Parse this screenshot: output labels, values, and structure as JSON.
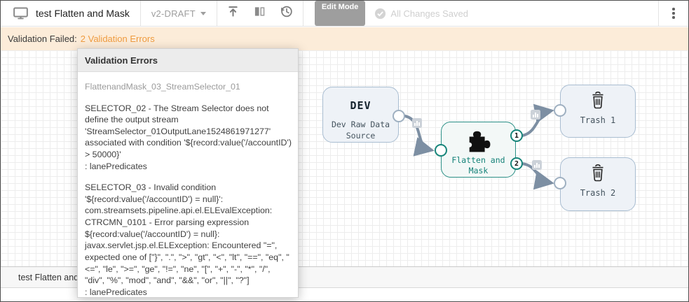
{
  "toolbar": {
    "pipeline_title": "test Flatten and Mask",
    "version_label": "v2-DRAFT",
    "edit_mode_badge": "Edit Mode",
    "save_status": "All Changes Saved",
    "icons": [
      "monitor-icon",
      "caret-down-icon",
      "publish-icon",
      "compare-icon",
      "history-icon",
      "check-circle-icon",
      "kebab-menu-icon"
    ]
  },
  "validation_bar": {
    "label": "Validation Failed:",
    "link_text": "2 Validation Errors"
  },
  "popup": {
    "title": "Validation Errors",
    "stage_name": "FlattenandMask_03_StreamSelector_01",
    "errors": [
      "SELECTOR_02 - The Stream Selector does not define the output stream 'StreamSelector_01OutputLane1524861971277' associated with condition '${record:value('/accountID') > 50000}'\n: lanePredicates",
      "SELECTOR_03 - Invalid condition '${record:value('/accountID') = null}': com.streamsets.pipeline.api.el.ELEvalException: CTRCMN_0101 - Error parsing expression ${record:value('/accountID') = null}: javax.servlet.jsp.el.ELException: Encountered \"=\", expected one of [\"}\", \".\", \">\", \"gt\", \"<\", \"lt\", \"==\", \"eq\", \"<=\", \"le\", \">=\", \"ge\", \"!=\", \"ne\", \"[\", \"+\", \"-\", \"*\", \"/\", \"div\", \"%\", \"mod\", \"and\", \"&&\", \"or\", \"||\", \"?\"]\n: lanePredicates"
    ]
  },
  "canvas": {
    "dev_node": {
      "title": "DEV",
      "subtitle": "Dev Raw Data Source",
      "icon": "origin-stage"
    },
    "processor_node": {
      "label": "Flatten and Mask",
      "icon": "puzzle-icon",
      "output_ports": [
        "1",
        "2"
      ]
    },
    "trash_nodes": [
      {
        "label": "Trash 1",
        "icon": "trash-icon"
      },
      {
        "label": "Trash 2",
        "icon": "trash-icon"
      }
    ],
    "edge_badges": [
      "metrics-icon",
      "metrics-icon",
      "metrics-icon"
    ]
  },
  "bottom_bar": {
    "label": "test Flatten and"
  },
  "colors": {
    "accent_teal": "#17857a",
    "warning_orange": "#ef9b3f",
    "validation_bg": "#fcecd9",
    "edge": "#7d8fa3",
    "node_border": "#a9bdd1",
    "badge_gray": "#9e9e9e"
  }
}
